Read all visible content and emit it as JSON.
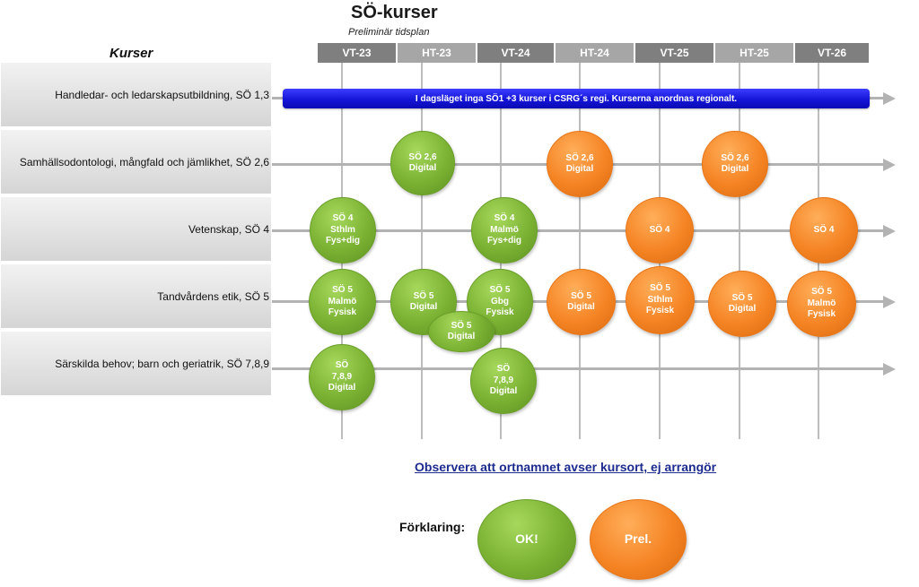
{
  "header": {
    "title": "SÖ-kurser",
    "subtitle": "Preliminär tidsplan",
    "courses_heading": "Kurser"
  },
  "semesters": [
    "VT-23",
    "HT-23",
    "VT-24",
    "HT-24",
    "VT-25",
    "HT-25",
    "VT-26"
  ],
  "colors": {
    "confirmed": "#7bb233",
    "preliminary": "#f58424",
    "banner": "#1515d8"
  },
  "rows": [
    {
      "label": "Handledar- och ledarskapsutbildning, SÖ 1,3"
    },
    {
      "label": "Samhällsodontologi, mångfald och jämlikhet, SÖ 2,6"
    },
    {
      "label": "Vetenskap, SÖ 4"
    },
    {
      "label": "Tandvårdens etik, SÖ 5"
    },
    {
      "label": "Särskilda behov; barn och geriatrik, SÖ 7,8,9"
    }
  ],
  "banner_text": "I dagsläget inga SÖ1 +3 kurser i CSRG´s regi. Kurserna anordnas regionalt.",
  "courses": {
    "r2_ht23": "SÖ 2,6\nDigital",
    "r2_ht24": "SÖ 2,6\nDigital",
    "r2_ht25": "SÖ 2,6\nDigital",
    "r3_vt23": "SÖ 4\nSthlm\nFys+dig",
    "r3_vt24": "SÖ 4\nMalmö\nFys+dig",
    "r3_vt25": "SÖ 4",
    "r3_vt26": "SÖ 4",
    "r4_vt23": "SÖ 5\nMalmö\nFysisk",
    "r4_ht23": "SÖ  5\nDigital",
    "r4_vt24": "SÖ 5\nGbg\nFysisk",
    "r4_extra": "SÖ  5\nDigital",
    "r4_ht24": "SÖ 5\nDigital",
    "r4_vt25": "SÖ 5\nSthlm\nFysisk",
    "r4_ht25": "SÖ 5\nDigital",
    "r4_vt26": "SÖ 5\nMalmö\nFysisk",
    "r5_vt23": "SÖ\n7,8,9\nDigital",
    "r5_vt24": "SÖ\n7,8,9\nDigital"
  },
  "note": "Observera att ortnamnet avser kursort, ej arrangör",
  "legend": {
    "label": "Förklaring:",
    "ok": "OK!",
    "prel": "Prel."
  }
}
